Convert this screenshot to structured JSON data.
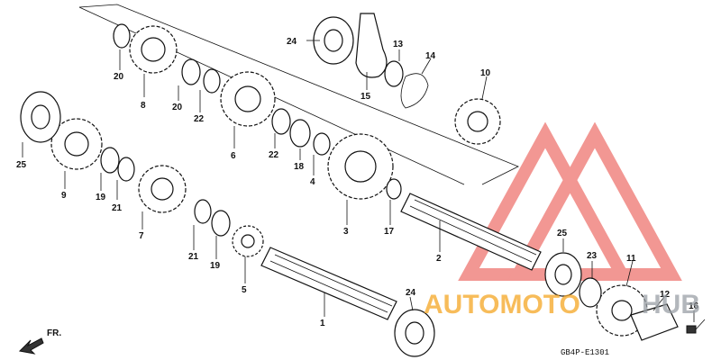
{
  "diagram": {
    "code": "GB4P-E1301",
    "direction_label": "FR.",
    "watermark": {
      "text_a": "AUTOMOTO",
      "text_b": "HUB",
      "color_a": "#f5a623",
      "color_b": "#9aa0a6",
      "logo_color": "#e8433b"
    },
    "labels": [
      "1",
      "2",
      "3",
      "4",
      "5",
      "6",
      "7",
      "8",
      "9",
      "10",
      "11",
      "12",
      "13",
      "14",
      "15",
      "16",
      "17",
      "18",
      "19",
      "19",
      "20",
      "20",
      "21",
      "21",
      "22",
      "22",
      "23",
      "24",
      "24",
      "25",
      "25"
    ]
  }
}
